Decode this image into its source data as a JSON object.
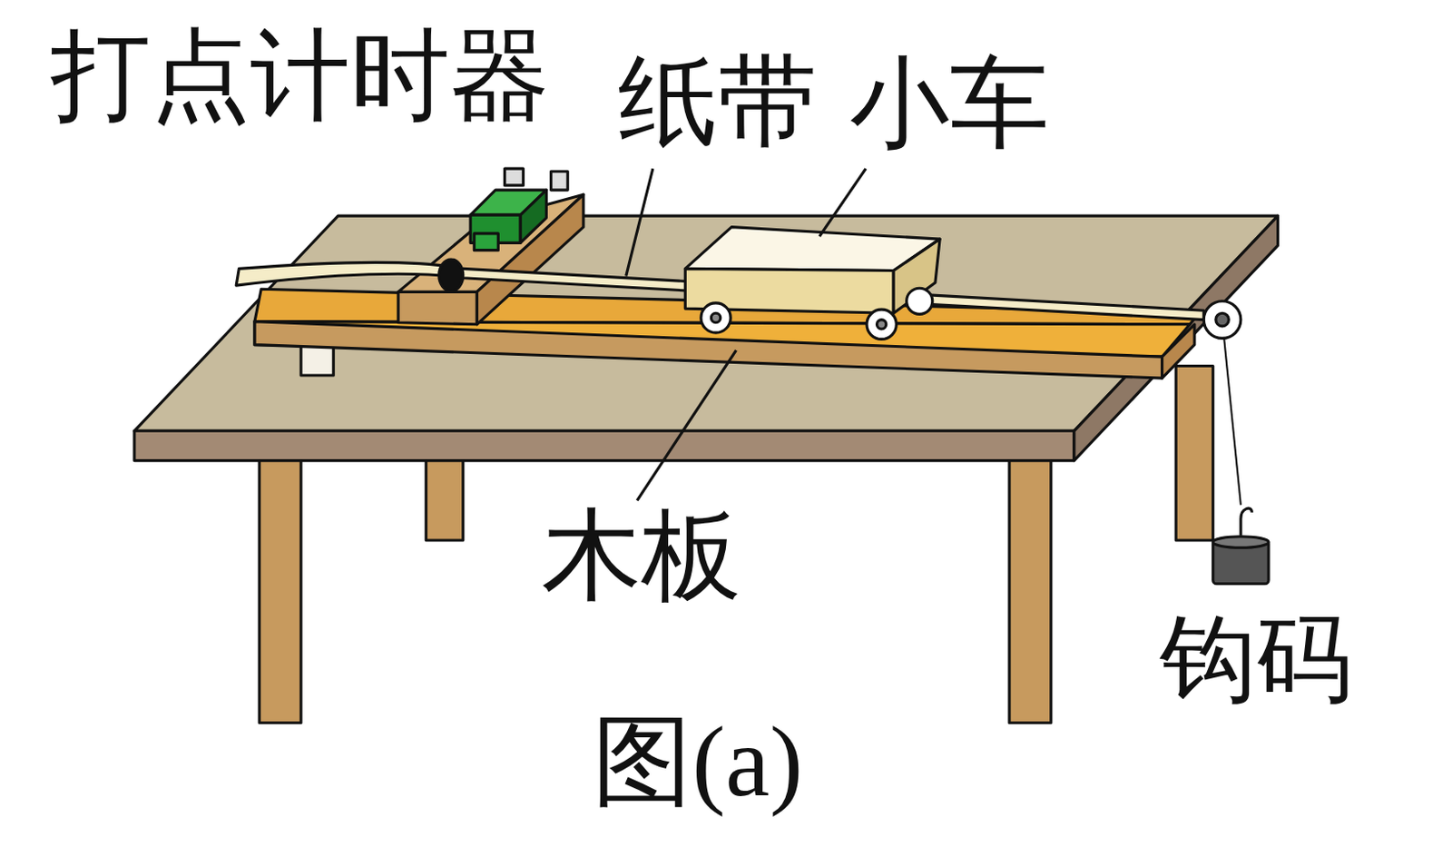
{
  "diagram": {
    "caption": "图(a)",
    "labels": [
      "打点计时器",
      "纸带",
      "小车",
      "木板",
      "钩码"
    ]
  }
}
